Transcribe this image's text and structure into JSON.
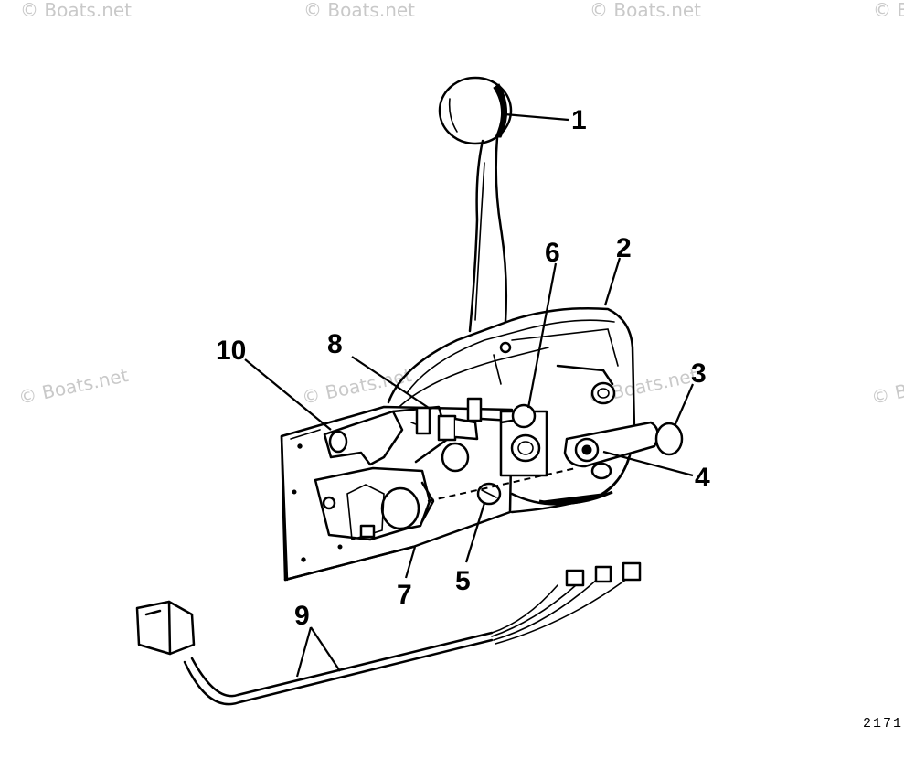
{
  "watermark": {
    "text": "© Boats.net"
  },
  "callouts": {
    "c1": "1",
    "c2": "2",
    "c3": "3",
    "c4": "4",
    "c5": "5",
    "c6": "6",
    "c7": "7",
    "c8": "8",
    "c9": "9",
    "c10": "10"
  },
  "figure_number": "2171"
}
